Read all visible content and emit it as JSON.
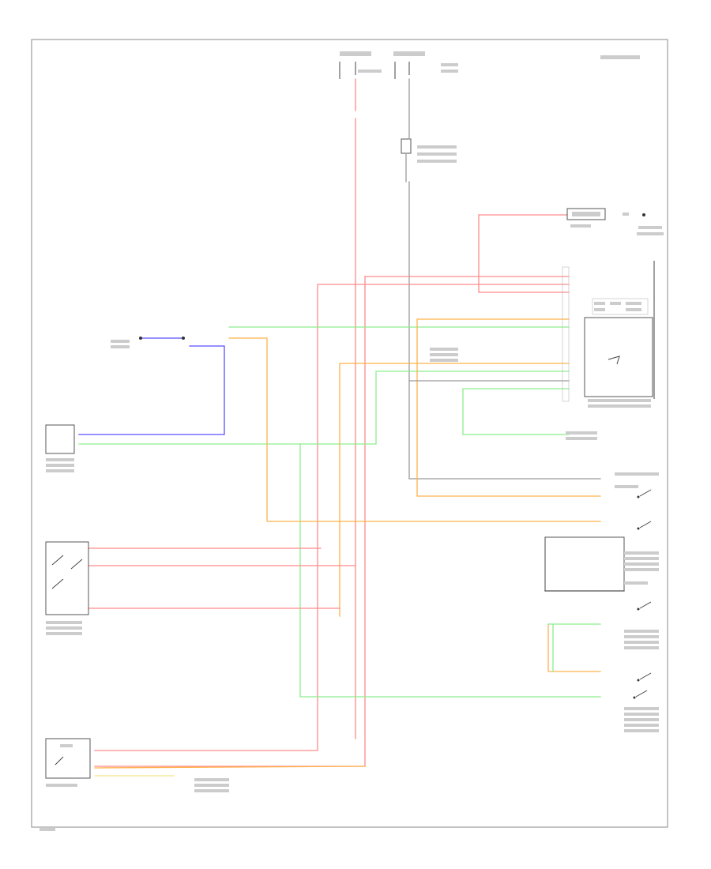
{
  "colors": {
    "red": "#ff8a8a",
    "green": "#8cee8c",
    "blue": "#5a4dff",
    "orange": "#ffb24a",
    "yellow": "#f0e68c",
    "gray": "#9a9a9a",
    "dark": "#444444"
  },
  "components": [
    {
      "id": "engine-control-module",
      "icon": "module-box-icon"
    },
    {
      "id": "a-c-switch",
      "icon": "switch-icon"
    },
    {
      "id": "evaporator-temp-sensor-switch",
      "icon": "switch-icon"
    },
    {
      "id": "blower-motor",
      "icon": "motor-icon"
    },
    {
      "id": "battery",
      "icon": "battery-icon"
    },
    {
      "id": "relay-control-module",
      "icon": "module-box-icon"
    },
    {
      "id": "pressure-switches",
      "icon": "switch-icon"
    },
    {
      "id": "fuse-blocks",
      "icon": "fuse-icon"
    }
  ]
}
